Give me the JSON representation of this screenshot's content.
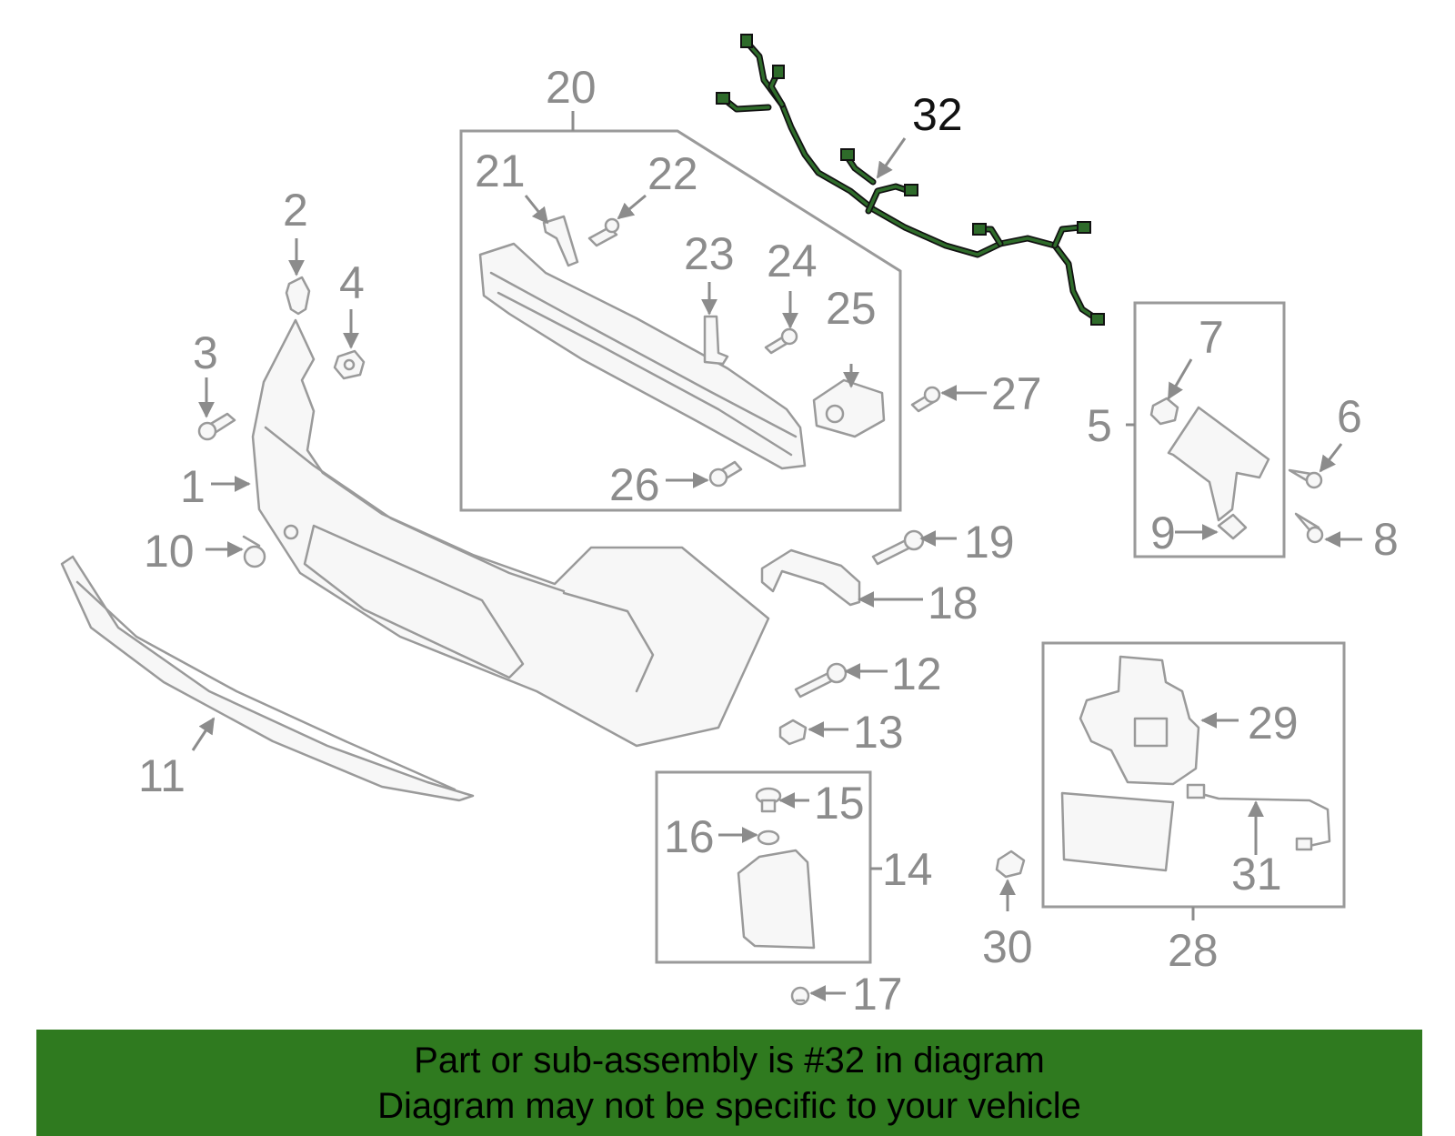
{
  "highlight_part": "32",
  "callouts": {
    "c1": "1",
    "c2": "2",
    "c3": "3",
    "c4": "4",
    "c5": "5",
    "c6": "6",
    "c7": "7",
    "c8": "8",
    "c9": "9",
    "c10": "10",
    "c11": "11",
    "c12": "12",
    "c13": "13",
    "c14": "14",
    "c15": "15",
    "c16": "16",
    "c17": "17",
    "c18": "18",
    "c19": "19",
    "c20": "20",
    "c21": "21",
    "c22": "22",
    "c23": "23",
    "c24": "24",
    "c25": "25",
    "c26": "26",
    "c27": "27",
    "c28": "28",
    "c29": "29",
    "c30": "30",
    "c31": "31",
    "c32": "32"
  },
  "footer": {
    "line1": "Part or sub-assembly is #32 in diagram",
    "line2": "Diagram may not be specific to your vehicle"
  },
  "colors": {
    "footer_bg": "#2f7a1f",
    "highlight": "#2e6b2a",
    "part_gray": "#9a9a9a",
    "label_gray": "#8c8c8c"
  }
}
